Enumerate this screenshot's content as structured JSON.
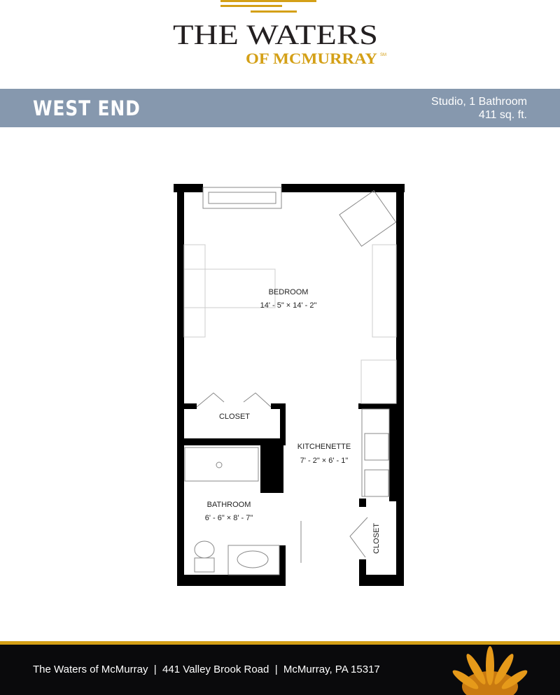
{
  "logo": {
    "line1": "THE WATERS",
    "line2": "OF MCMURRAY",
    "mark": "SM"
  },
  "banner": {
    "title": "WEST END",
    "unit_type": "Studio, 1 Bathroom",
    "area": "411 sq. ft."
  },
  "plan": {
    "bedroom": {
      "label": "BEDROOM",
      "dims": "14' - 5\" × 14' - 2\""
    },
    "closet1": {
      "label": "CLOSET"
    },
    "kitchenette": {
      "label": "KITCHENETTE",
      "dims": "7' - 2\" × 6' - 1\""
    },
    "bathroom": {
      "label": "BATHROOM",
      "dims": "6' - 6\" × 8' - 7\""
    },
    "closet2": {
      "label": "CLOSET"
    }
  },
  "footer": {
    "address": "The Waters of McMurray  |  441 Valley Brook Road  |  McMurray, PA 15317"
  },
  "colors": {
    "gold": "#d4a017",
    "banner": "#8698ae",
    "footer": "#0a0a0c"
  }
}
